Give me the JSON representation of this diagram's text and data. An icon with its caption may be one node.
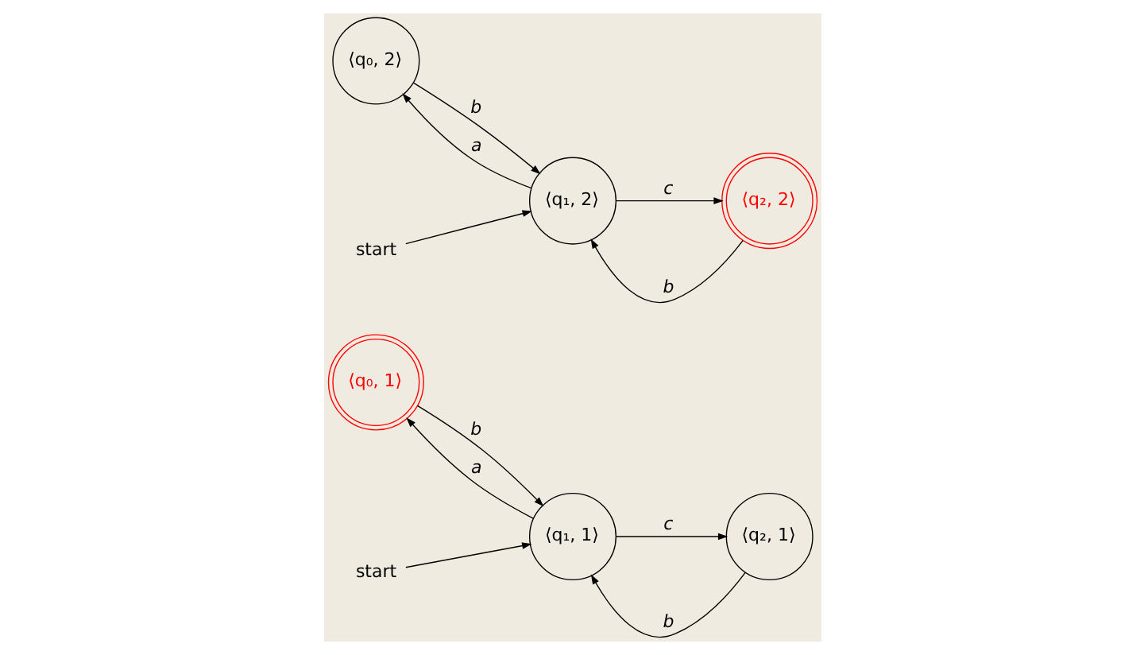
{
  "diagram": {
    "nodes": [
      {
        "text": [
          "⟨q₀, 1⟩"
        ]
      },
      {
        "text": [
          "start"
        ]
      },
      {
        "text": [
          "⟨q₁, 1⟩"
        ]
      },
      {
        "text": [
          "⟨q₂, 1⟩"
        ]
      },
      {
        "text": [
          "⟨q₀, 2⟩"
        ]
      },
      {
        "text": [
          "start"
        ]
      },
      {
        "text": [
          "⟨q₁, 2⟩"
        ]
      },
      {
        "text": [
          "⟨q₂, 2⟩"
        ]
      }
    ],
    "edges": [
      {
        "from": 2,
        "to": 0,
        "arrow": "to",
        "label": "a"
      },
      {
        "from": 3,
        "to": 2,
        "arrow": "to",
        "label": "b"
      },
      {
        "from": 1,
        "to": 2,
        "arrow": "to"
      },
      {
        "from": 0,
        "to": 2,
        "arrow": "to",
        "label": "b"
      },
      {
        "from": 2,
        "to": 3,
        "arrow": "to",
        "label": "c"
      },
      {
        "from": 6,
        "to": 4,
        "arrow": "to",
        "label": "a"
      },
      {
        "from": 7,
        "to": 6,
        "arrow": "to",
        "label": "b"
      },
      {
        "from": 5,
        "to": 6,
        "arrow": "to"
      },
      {
        "from": 4,
        "to": 6,
        "arrow": "to",
        "label": "b"
      },
      {
        "from": 6,
        "to": 7,
        "arrow": "to",
        "label": "c"
      }
    ]
  }
}
